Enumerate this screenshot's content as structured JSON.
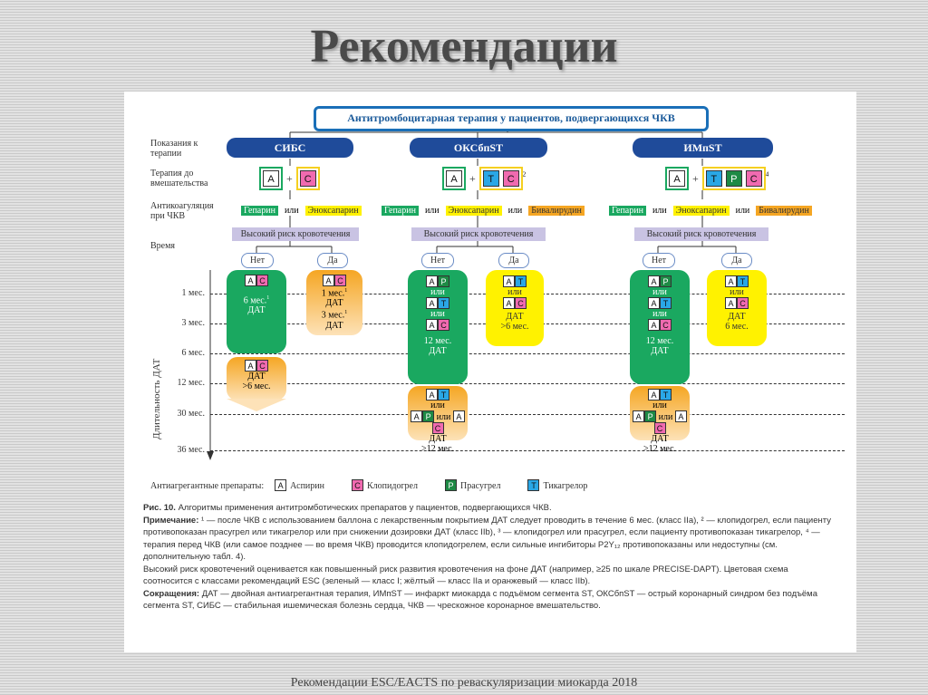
{
  "slide": {
    "title": "Рекомендации",
    "footer": "Рекомендации ESC/EACTS по реваскуляризации миокарда 2018"
  },
  "diagram": {
    "banner": "Антитромбоцитарная терапия у пациентов, подвергающихся ЧКВ",
    "row_labels": {
      "indications": "Показания к терапии",
      "pre_therapy": "Терапия до вмешательства",
      "anticoag": "Антикоагуляция при ЧКВ",
      "time": "Время",
      "duration": "Длительность ДАТ"
    },
    "columns": [
      {
        "title": "СИБС",
        "pre": [
          "A",
          "C"
        ],
        "anticoag": [
          "Гепарин",
          "или",
          "Эноксапарин"
        ]
      },
      {
        "title": "ОКСбпST",
        "pre": [
          "A",
          "T",
          "C"
        ],
        "pre_sup": "2",
        "anticoag": [
          "Гепарин",
          "или",
          "Эноксапарин",
          "или",
          "Бивалирудин"
        ]
      },
      {
        "title": "ИМпST",
        "pre": [
          "A",
          "T",
          "P",
          "C"
        ],
        "pre_sup": "4",
        "anticoag": [
          "Гепарин",
          "или",
          "Эноксапарин",
          "или",
          "Бивалирудин"
        ]
      }
    ],
    "risk_label": "Высокий риск кровотечения",
    "no": "Нет",
    "yes": "Да",
    "or": "или",
    "months": [
      "1 мес.",
      "3 мес.",
      "6 мес.",
      "12 мес.",
      "30 мес.",
      "36 мес."
    ],
    "blocks": {
      "sibs_no": {
        "text1": "6 мес.",
        "sup": "1",
        "text2": "ДАТ"
      },
      "sibs_yes": {
        "text1": "1 мес.",
        "text2": "ДАТ",
        "text3": "3 мес.",
        "text4": "ДАТ",
        "sup": "1"
      },
      "sibs_ext": {
        "text1": "ДАТ",
        "text2": ">6 мес."
      },
      "acs_no": {
        "text1": "12 мес.",
        "text2": "ДАТ"
      },
      "acs_yes": {
        "text1": "ДАТ",
        "text2": ">6 мес."
      },
      "acs_ext": {
        "text1": "ДАТ",
        "text2": ">12 мес."
      },
      "stemi_yes": {
        "text1": "ДАТ",
        "text2": "6 мес."
      }
    },
    "legend": {
      "label": "Антиагрегантные препараты:",
      "items": [
        {
          "code": "A",
          "name": "Аспирин",
          "color": "#ffffff"
        },
        {
          "code": "C",
          "name": "Клопидогрел",
          "color": "#f06ab0"
        },
        {
          "code": "P",
          "name": "Прасугрел",
          "color": "#1e8a45"
        },
        {
          "code": "T",
          "name": "Тикагрелор",
          "color": "#2aa7e6"
        }
      ]
    },
    "caption": {
      "fig": "Рис. 10.",
      "fig_text": "Алгоритмы применения антитромботических препаратов у пациентов, подвергающихся ЧКВ.",
      "note_label": "Примечание:",
      "note_text": "¹ — после ЧКВ с использованием баллона с лекарственным покрытием ДАТ следует проводить в течение 6 мес. (класс IIa), ² — клопидогрел, если пациенту противопоказан прасугрел или тикагрелор или при снижении дозировки ДАТ (класс IIb), ³ — клопидогрел или прасугрел, если пациенту противопоказан тикагрелор, ⁴ — терапия перед ЧКВ (или самое позднее — во время ЧКВ) проводится клопидогрелем, если сильные ингибиторы P2Y₁₂ противопоказаны или недоступны (см. дополнительную табл. 4).",
      "risk_text": "Высокий риск кровотечений оценивается как повышенный риск развития кровотечения на фоне ДАТ (например, ≥25 по шкале PRECISE-DAPT). Цветовая схема соотносится с классами рекомендаций ESC (зеленый — класс I; жёлтый — класс IIa и оранжевый — класс IIb).",
      "abbr_label": "Сокращения:",
      "abbr_text": "ДАТ — двойная антиагрегантная терапия, ИМпST — инфаркт миокарда с подъёмом сегмента ST, ОКСбпST — острый коронарный синдром без подъёма сегмента ST, СИБС — стабильная ишемическая болезнь сердца, ЧКВ — чрескожное коронарное вмешательство."
    }
  },
  "colors": {
    "green": "#1aa860",
    "yellow": "#fff200",
    "orange": "#f5a623",
    "navy": "#1f4b9a",
    "risk": "#c9c3e3"
  }
}
